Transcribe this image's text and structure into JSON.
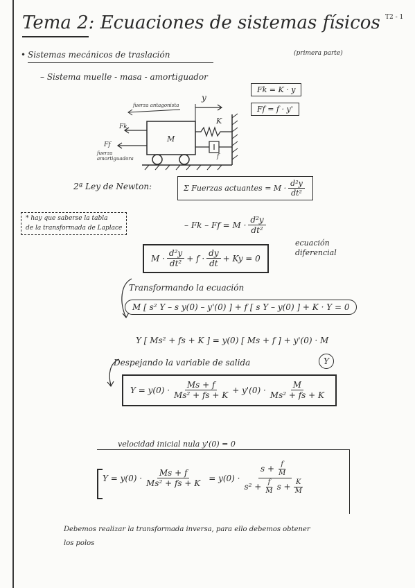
{
  "header": {
    "title": "Tema 2: Ecuaciones de sistemas físicos",
    "page_number": "T2 - 1"
  },
  "section": {
    "bullet": "•",
    "title": "Sistemas mecánicos de traslación",
    "note": "(primera parte)",
    "subtitle": "– Sistema muelle - masa - amortiguador"
  },
  "diagram": {
    "label_fuerza_antagonista": "fuerza antagonista",
    "label_fk": "Fk",
    "label_ff": "Ff",
    "label_fuerza_amortiguadora": "fuerza amortiguadora",
    "label_mass": "M",
    "label_y": "y",
    "label_k": "K",
    "label_f": "f"
  },
  "formulas": {
    "fk": "Fk = K · y",
    "ff": "Ff = f · y'"
  },
  "newton": {
    "label": "2ª Ley de Newton:",
    "lhs": "Σ Fuerzas actuantes = M ·",
    "num": "d²y",
    "den": "dt²"
  },
  "side_note": {
    "line1": "* hay que saberse la tabla",
    "line2": "de la transformada de Laplace"
  },
  "eq_forces": {
    "lhs": "– Fk – Ff = M ·",
    "num": "d²y",
    "den": "dt²"
  },
  "eq_diff": {
    "part1": "M ·",
    "num1": "d²y",
    "den1": "dt²",
    "part2": "+ f ·",
    "num2": "dy",
    "den2": "dt",
    "part3": "+ Ky = 0",
    "note1": "ecuación",
    "note2": "diferencial"
  },
  "transform": {
    "label": "Transformando la ecuación",
    "equation": "M [ s² Y – s y(0) – y'(0) ] + f [ s Y – y(0) ] + K · Y = 0"
  },
  "factored": {
    "equation": "Y [ Ms² + fs + K ] = y(0) [ Ms + f ] + y'(0) · M"
  },
  "solve": {
    "label": "Despejando la variable de salida",
    "circled": "Y"
  },
  "solution": {
    "lhs": "Y = y(0) ·",
    "num1": "Ms + f",
    "den1": "Ms² + fs + K",
    "mid": "+ y'(0) ·",
    "num2": "M",
    "den2": "Ms² + fs + K"
  },
  "initial": {
    "label": "velocidad inicial nula y'(0) = 0"
  },
  "final": {
    "lhs": "Y = y(0) ·",
    "num1": "Ms + f",
    "den1": "Ms² + fs + K",
    "eq": "= y(0) ·",
    "num2a": "s +",
    "num2b_num": "f",
    "num2b_den": "M",
    "den2a": "s² +",
    "den2b_num": "f",
    "den2b_den": "M",
    "den2c": "s +",
    "den2d_num": "K",
    "den2d_den": "M"
  },
  "footer": {
    "line1": "Debemos realizar la transformada inversa, para ello debemos obtener",
    "line2": "los polos"
  }
}
